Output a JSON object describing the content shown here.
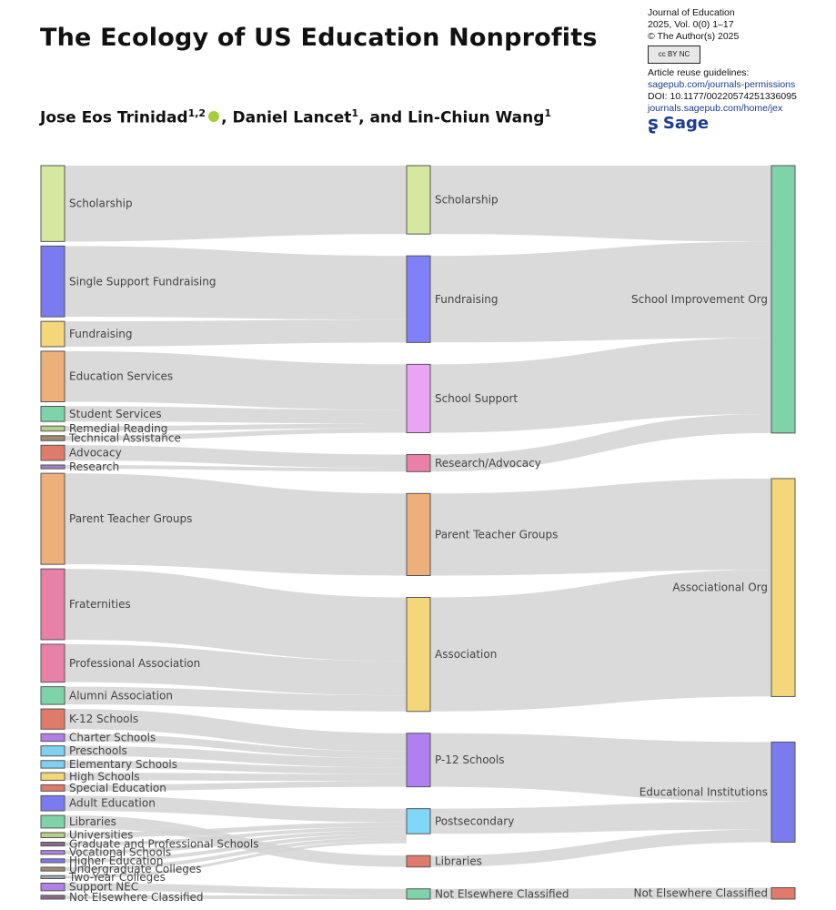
{
  "paper": {
    "title": "The Ecology of US Education Nonprofits",
    "authors": [
      {
        "name": "Jose Eos Trinidad",
        "sup": "1,2",
        "orcid": true,
        "sep": ", "
      },
      {
        "name": "Daniel Lancet",
        "sup": "1",
        "orcid": false,
        "sep": ", and "
      },
      {
        "name": "Lin-Chiun Wang",
        "sup": "1",
        "orcid": false,
        "sep": ""
      }
    ]
  },
  "meta": {
    "journal": "Journal of Education",
    "volume": "2025, Vol. 0(0) 1–17",
    "copyright": "© The Author(s) 2025",
    "license_badge": "cc BY NC",
    "reuse_label": "Article reuse guidelines:",
    "reuse_link": "sagepub.com/journals-permissions",
    "doi": "DOI: 10.1177/00220574251336095",
    "journal_link": "journals.sagepub.com/home/jex",
    "publisher": "Sage",
    "publisher_icon": "sage-s-logo"
  },
  "chart_data": {
    "type": "sankey",
    "columns": [
      [
        {
          "id": "l_scholarship",
          "label": "Scholarship",
          "value": 30,
          "color": "#d5e8a0"
        },
        {
          "id": "l_single",
          "label": "Single Support Fundraising",
          "value": 28,
          "color": "#7b7bf0"
        },
        {
          "id": "l_fundraising",
          "label": "Fundraising",
          "value": 10,
          "color": "#f3d77a"
        },
        {
          "id": "l_eduserv",
          "label": "Education Services",
          "value": 20,
          "color": "#eeb07a"
        },
        {
          "id": "l_student",
          "label": "Student Services",
          "value": 6,
          "color": "#7fd3a8"
        },
        {
          "id": "l_remedial",
          "label": "Remedial Reading",
          "value": 2,
          "color": "#b6d08a"
        },
        {
          "id": "l_techassist",
          "label": "Technical Assistance",
          "value": 2,
          "color": "#a08a70"
        },
        {
          "id": "l_advocacy",
          "label": "Advocacy",
          "value": 6,
          "color": "#e07a6a"
        },
        {
          "id": "l_research",
          "label": "Research",
          "value": 1.5,
          "color": "#9f80c0"
        },
        {
          "id": "l_ptg",
          "label": "Parent Teacher Groups",
          "value": 36,
          "color": "#eeb07a"
        },
        {
          "id": "l_frat",
          "label": "Fraternities",
          "value": 28,
          "color": "#e980a8"
        },
        {
          "id": "l_profassoc",
          "label": "Professional Association",
          "value": 15,
          "color": "#e980a8"
        },
        {
          "id": "l_alumni",
          "label": "Alumni Association",
          "value": 7,
          "color": "#7fd3a8"
        },
        {
          "id": "l_k12",
          "label": "K-12 Schools",
          "value": 8,
          "color": "#e07a6a"
        },
        {
          "id": "l_charter",
          "label": "Charter Schools",
          "value": 3,
          "color": "#b080e8"
        },
        {
          "id": "l_preschool",
          "label": "Preschools",
          "value": 4,
          "color": "#80d0f0"
        },
        {
          "id": "l_elem",
          "label": "Elementary Schools",
          "value": 3,
          "color": "#80d0f0"
        },
        {
          "id": "l_high",
          "label": "High Schools",
          "value": 3,
          "color": "#f3d77a"
        },
        {
          "id": "l_special",
          "label": "Special Education",
          "value": 2.5,
          "color": "#e07a6a"
        },
        {
          "id": "l_adult",
          "label": "Adult Education",
          "value": 6,
          "color": "#7b7bf0"
        },
        {
          "id": "l_libraries",
          "label": "Libraries",
          "value": 5,
          "color": "#7fd3a8"
        },
        {
          "id": "l_univ",
          "label": "Universities",
          "value": 2,
          "color": "#b6d08a"
        },
        {
          "id": "l_gradprof",
          "label": "Graduate and Professional Schools",
          "value": 1.5,
          "color": "#8a6a8a"
        },
        {
          "id": "l_vocational",
          "label": "Vocational Schools",
          "value": 1.5,
          "color": "#b080e8"
        },
        {
          "id": "l_higher",
          "label": "Higher Education",
          "value": 1.5,
          "color": "#7b7bf0"
        },
        {
          "id": "l_undergrad",
          "label": "Undergraduate Colleges",
          "value": 1.5,
          "color": "#a08a70"
        },
        {
          "id": "l_twoyear",
          "label": "Two-Year Colleges",
          "value": 1.2,
          "color": "#9aaab0"
        },
        {
          "id": "l_supportnec",
          "label": "Support NEC",
          "value": 3,
          "color": "#b080e8"
        },
        {
          "id": "l_nec",
          "label": "Not Elsewhere Classified",
          "value": 1.5,
          "color": "#8a6a8a"
        }
      ],
      [
        {
          "id": "m_scholarship",
          "label": "Scholarship",
          "value": 30,
          "color": "#d5e8a0"
        },
        {
          "id": "m_fundraising",
          "label": "Fundraising",
          "value": 38,
          "color": "#8080f8"
        },
        {
          "id": "m_schoolsupport",
          "label": "School Support",
          "value": 30,
          "color": "#eaa4f4"
        },
        {
          "id": "m_research",
          "label": "Research/Advocacy",
          "value": 7.5,
          "color": "#e980a8"
        },
        {
          "id": "m_ptg",
          "label": "Parent Teacher Groups",
          "value": 36,
          "color": "#eeb07a"
        },
        {
          "id": "m_assoc",
          "label": "Association",
          "value": 50,
          "color": "#f3d77a"
        },
        {
          "id": "m_p12",
          "label": "P-12 Schools",
          "value": 23.5,
          "color": "#b080f0"
        },
        {
          "id": "m_postsec",
          "label": "Postsecondary",
          "value": 11,
          "color": "#80d8f8"
        },
        {
          "id": "m_libraries",
          "label": "Libraries",
          "value": 5,
          "color": "#e07a6a"
        },
        {
          "id": "m_nec",
          "label": "Not Elsewhere Classified",
          "value": 4.5,
          "color": "#7fd3a8"
        }
      ],
      [
        {
          "id": "r_school",
          "label": "School Improvement Org",
          "value": 105.5,
          "color": "#7fd3a8"
        },
        {
          "id": "r_assoc",
          "label": "Associational Org",
          "value": 86,
          "color": "#f3d77a"
        },
        {
          "id": "r_edinst",
          "label": "Educational Institutions",
          "value": 39.5,
          "color": "#7b7bf0"
        },
        {
          "id": "r_nec",
          "label": "Not Elsewhere Classified",
          "value": 4.5,
          "color": "#e07a6a"
        }
      ]
    ],
    "links": [
      {
        "source": "l_scholarship",
        "target": "m_scholarship",
        "value": 30
      },
      {
        "source": "l_single",
        "target": "m_fundraising",
        "value": 28
      },
      {
        "source": "l_fundraising",
        "target": "m_fundraising",
        "value": 10
      },
      {
        "source": "l_eduserv",
        "target": "m_schoolsupport",
        "value": 20
      },
      {
        "source": "l_student",
        "target": "m_schoolsupport",
        "value": 6
      },
      {
        "source": "l_remedial",
        "target": "m_schoolsupport",
        "value": 2
      },
      {
        "source": "l_techassist",
        "target": "m_schoolsupport",
        "value": 2
      },
      {
        "source": "l_advocacy",
        "target": "m_research",
        "value": 6
      },
      {
        "source": "l_research",
        "target": "m_research",
        "value": 1.5
      },
      {
        "source": "l_ptg",
        "target": "m_ptg",
        "value": 36
      },
      {
        "source": "l_frat",
        "target": "m_assoc",
        "value": 28
      },
      {
        "source": "l_profassoc",
        "target": "m_assoc",
        "value": 15
      },
      {
        "source": "l_alumni",
        "target": "m_assoc",
        "value": 7
      },
      {
        "source": "l_k12",
        "target": "m_p12",
        "value": 8
      },
      {
        "source": "l_charter",
        "target": "m_p12",
        "value": 3
      },
      {
        "source": "l_preschool",
        "target": "m_p12",
        "value": 4
      },
      {
        "source": "l_elem",
        "target": "m_p12",
        "value": 3
      },
      {
        "source": "l_high",
        "target": "m_p12",
        "value": 3
      },
      {
        "source": "l_special",
        "target": "m_p12",
        "value": 2.5
      },
      {
        "source": "l_adult",
        "target": "m_postsec",
        "value": 6
      },
      {
        "source": "l_libraries",
        "target": "m_libraries",
        "value": 5
      },
      {
        "source": "l_univ",
        "target": "m_postsec",
        "value": 2
      },
      {
        "source": "l_gradprof",
        "target": "m_postsec",
        "value": 1.5
      },
      {
        "source": "l_vocational",
        "target": "m_postsec",
        "value": 1.5
      },
      {
        "source": "l_higher",
        "target": "m_postsec",
        "value": 1.5
      },
      {
        "source": "l_undergrad",
        "target": "m_postsec",
        "value": 1.5
      },
      {
        "source": "l_twoyear",
        "target": "m_postsec",
        "value": 1.2
      },
      {
        "source": "l_supportnec",
        "target": "m_nec",
        "value": 3
      },
      {
        "source": "l_nec",
        "target": "m_nec",
        "value": 1.5
      },
      {
        "source": "m_scholarship",
        "target": "r_school",
        "value": 30
      },
      {
        "source": "m_fundraising",
        "target": "r_school",
        "value": 38
      },
      {
        "source": "m_schoolsupport",
        "target": "r_school",
        "value": 30
      },
      {
        "source": "m_research",
        "target": "r_school",
        "value": 7.5
      },
      {
        "source": "m_ptg",
        "target": "r_assoc",
        "value": 36
      },
      {
        "source": "m_assoc",
        "target": "r_assoc",
        "value": 50
      },
      {
        "source": "m_p12",
        "target": "r_edinst",
        "value": 23.5
      },
      {
        "source": "m_postsec",
        "target": "r_edinst",
        "value": 11
      },
      {
        "source": "m_libraries",
        "target": "r_edinst",
        "value": 5
      },
      {
        "source": "m_nec",
        "target": "r_nec",
        "value": 4.5
      }
    ],
    "link_color": "#d3d3d3",
    "node_border_color": "#555555"
  }
}
